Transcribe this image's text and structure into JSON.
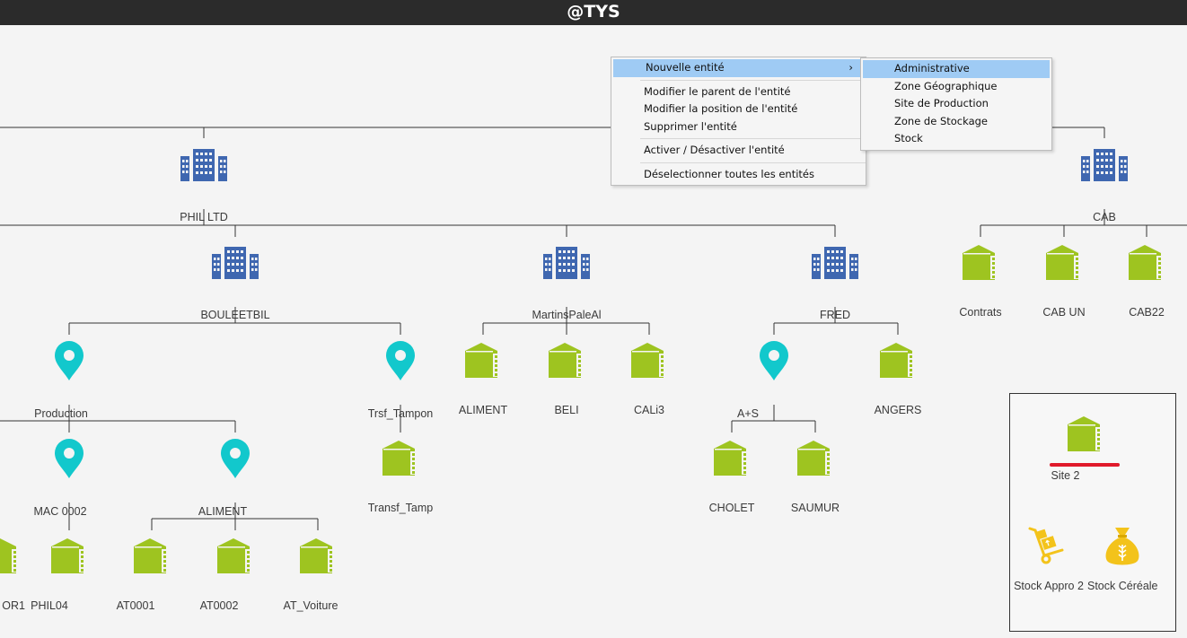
{
  "app": {
    "title": "@TYS"
  },
  "context_menu": {
    "items": [
      "Nouvelle entité",
      "Modifier le parent de l'entité",
      "Modifier la position de l'entité",
      "Supprimer l'entité",
      "Activer / Désactiver l'entité",
      "Déselectionner toutes les entités"
    ],
    "submenu_arrow": "›"
  },
  "submenu": {
    "items": [
      "Administrative",
      "Zone Géographique",
      "Site de Production",
      "Zone de Stockage",
      "Stock"
    ]
  },
  "tree": {
    "phil_ltd": "PHIL LTD",
    "cab": "CAB",
    "bouleetbil": "BOULEETBIL",
    "martinspaleal": "MartinsPaleAl",
    "fred": "FRED",
    "contrats": "Contrats",
    "cab_un": "CAB UN",
    "cab22": "CAB22",
    "production": "Production",
    "trsf_tampon": "Trsf_Tampon",
    "aliment_stock": "ALIMENT",
    "beli": "BELI",
    "cali3": "CALi3",
    "a_s": "A+S",
    "angers": "ANGERS",
    "mac0002": "MAC 0002",
    "aliment_pin": "ALIMENT",
    "transf_tamp": "Transf_Tamp",
    "cholet": "CHOLET",
    "saumur": "SAUMUR",
    "phil04": "PHIL04",
    "at0001": "AT0001",
    "at0002": "AT0002",
    "at_voiture": "AT_Voiture",
    "cut_left": "OR1"
  },
  "site_box": {
    "site": "Site 2",
    "stock_appro": "Stock Appro 2",
    "stock_cereale": "Stock Céréale"
  },
  "colors": {
    "building": "#3f67b0",
    "stock": "#9ec420",
    "pin": "#12c8cc",
    "bag": "#f3c31b",
    "underline": "#e0192a",
    "menu_highlight": "#9fcbf4"
  }
}
